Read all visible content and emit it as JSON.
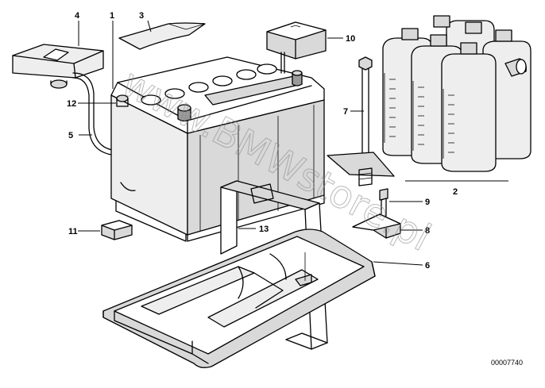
{
  "diagram": {
    "callouts": [
      "1",
      "2",
      "3",
      "4",
      "5",
      "6",
      "7",
      "8",
      "9",
      "10",
      "11",
      "12",
      "13"
    ],
    "doc_number": "00007740"
  },
  "watermark": "www.BMWstore.pl",
  "colors": {
    "line": "#000000",
    "shade": "#d9d9d9",
    "watermark": "#8a8a8a"
  }
}
